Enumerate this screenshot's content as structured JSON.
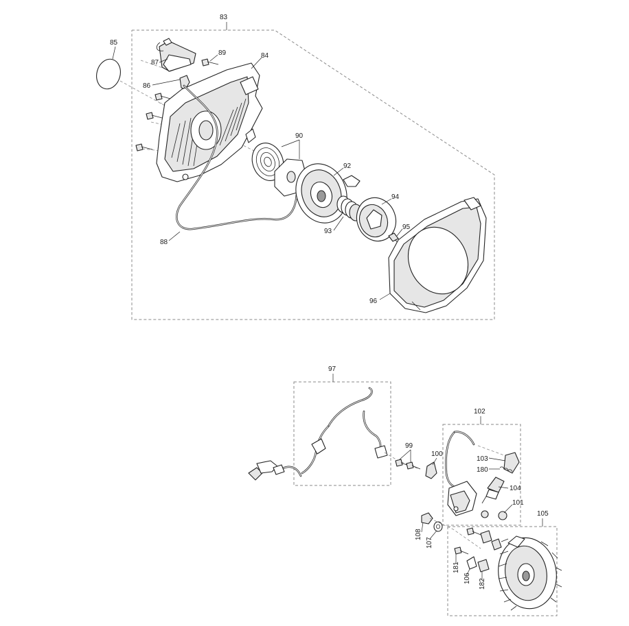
{
  "diagram": {
    "labels": {
      "p83": "83",
      "p84": "84",
      "p85": "85",
      "p86": "86",
      "p87": "87",
      "p88": "88",
      "p89": "89",
      "p90": "90",
      "p92": "92",
      "p93": "93",
      "p94": "94",
      "p95": "95",
      "p96": "96",
      "p97": "97",
      "p99": "99",
      "p100": "100",
      "p101": "101",
      "p102": "102",
      "p103": "103",
      "p104": "104",
      "p105": "105",
      "p106": "106",
      "p107": "107",
      "p108": "108",
      "p180": "180",
      "p181": "181",
      "p182": "182"
    }
  }
}
